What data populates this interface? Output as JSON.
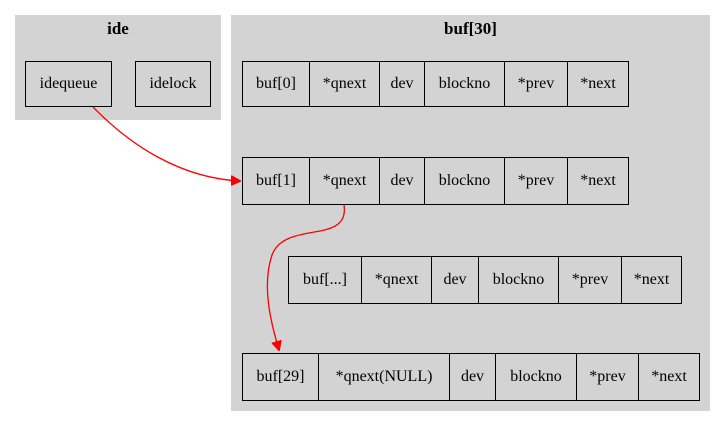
{
  "clusters": {
    "ide": {
      "title": "ide",
      "nodes": {
        "queue": "idequeue",
        "lock": "idelock"
      }
    },
    "buf": {
      "title": "buf[30]",
      "records": [
        {
          "id": "buf0",
          "fields": [
            "buf[0]",
            "*qnext",
            "dev",
            "blockno",
            "*prev",
            "*next"
          ]
        },
        {
          "id": "buf1",
          "fields": [
            "buf[1]",
            "*qnext",
            "dev",
            "blockno",
            "*prev",
            "*next"
          ]
        },
        {
          "id": "bufdots",
          "fields": [
            "buf[...]",
            "*qnext",
            "dev",
            "blockno",
            "*prev",
            "*next"
          ]
        },
        {
          "id": "buf29",
          "fields": [
            "buf[29]",
            "*qnext(NULL)",
            "dev",
            "blockno",
            "*prev",
            "*next"
          ]
        }
      ]
    }
  },
  "edges": [
    {
      "from": "idequeue",
      "to": "buf[1]",
      "color": "#ff0000"
    },
    {
      "from": "buf[1].*qnext",
      "to": "buf[29]",
      "color": "#ff0000"
    }
  ]
}
